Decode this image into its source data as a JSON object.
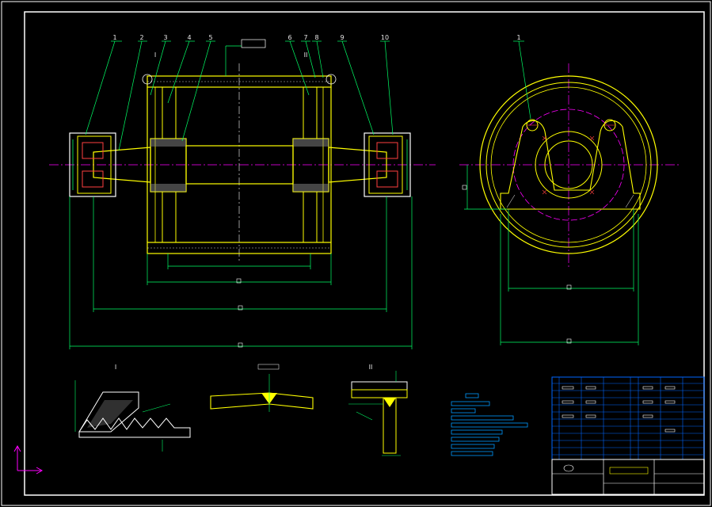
{
  "drawing": {
    "background": "#000000",
    "colors": {
      "frame": "#ffffff",
      "outline": "#ffff00",
      "leader": "#00ff66",
      "centerline": "#ff00ff",
      "hatch": "#ffffff",
      "bearing": "#ff4040",
      "table_line": "#0066ff",
      "text": "#e6e6e6"
    },
    "part_numbers": [
      "1",
      "2",
      "3",
      "4",
      "5",
      "6",
      "7",
      "8",
      "9",
      "10"
    ],
    "side_view_part_number": "1",
    "section_labels": {
      "left": "I",
      "right": "II",
      "top_left": "I",
      "top_right": "II"
    },
    "center_note": "",
    "title_block": {
      "title": ""
    },
    "icons": [
      "ucs-axis-icon"
    ]
  }
}
